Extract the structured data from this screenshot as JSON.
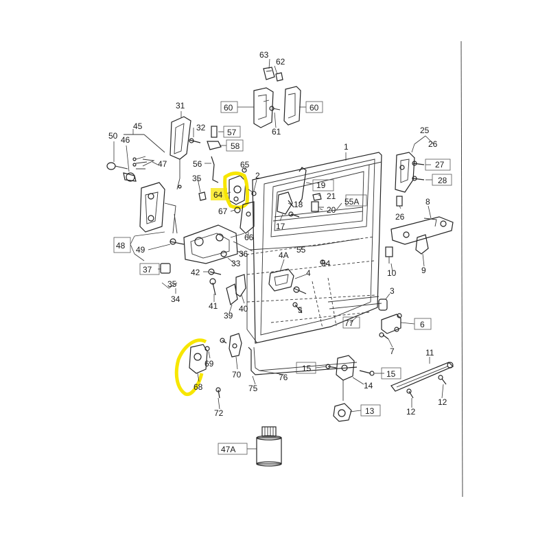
{
  "labels": {
    "l63": "63",
    "l62": "62",
    "l60a": "60",
    "l60b": "60",
    "l61": "61",
    "l31": "31",
    "l32": "32",
    "l57": "57",
    "l58": "58",
    "l56": "56",
    "l45": "45",
    "l50": "50",
    "l46": "46",
    "l47": "47",
    "l35a": "35",
    "l65": "65",
    "l2": "2",
    "l64": "64",
    "l19": "19",
    "l21": "21",
    "l18": "18",
    "l20": "20",
    "l55A": "55A",
    "l1": "1",
    "l25": "25",
    "l26a": "26",
    "l27": "27",
    "l28": "28",
    "l26b": "26",
    "l8": "8",
    "l67": "67",
    "l17": "17",
    "l66": "66",
    "l48": "48",
    "l49": "49",
    "l36": "36",
    "l33": "33",
    "l55": "55",
    "l54": "54",
    "l4A": "4A",
    "l10": "10",
    "l9": "9",
    "l37": "37",
    "l42": "42",
    "l35b": "35",
    "l34": "34",
    "l4": "4",
    "l41": "41",
    "l40": "40",
    "l39": "39",
    "l3": "3",
    "l5": "5",
    "l77": "77",
    "l6": "6",
    "l7": "7",
    "l69": "69",
    "l70": "70",
    "l68": "68",
    "l15a": "15",
    "l15b": "15",
    "l76": "76",
    "l75": "75",
    "l14": "14",
    "l11": "11",
    "l72": "72",
    "l13": "13",
    "l12a": "12",
    "l12b": "12",
    "l47A": "47A"
  },
  "highlights": {
    "color": "#f7e600",
    "marked_parts": [
      "64",
      "68"
    ]
  }
}
